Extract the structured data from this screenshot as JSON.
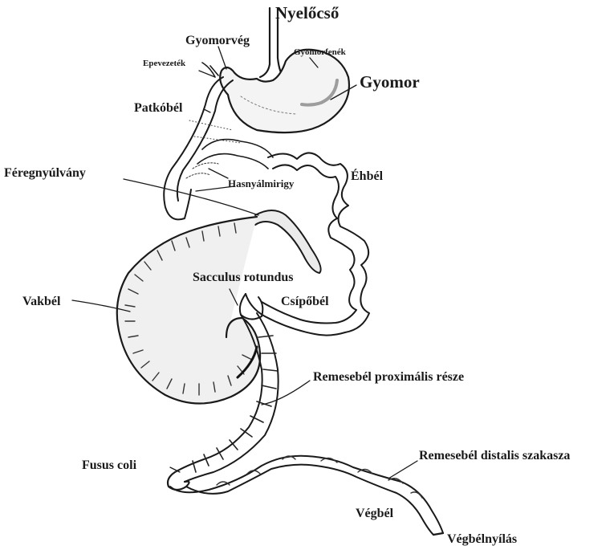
{
  "labels": {
    "nyelocso": "Nyelőcső",
    "gyomorveg": "Gyomorvég",
    "gyomorfenek": "Gyomorfenék",
    "epevezetek": "Epevezeték",
    "gyomor": "Gyomor",
    "patkobel": "Patkóbél",
    "feregnyulvany": "Féregnyúlvány",
    "hasnyalmirigy": "Hasnyálmirigy",
    "ehbel": "Éhbél",
    "sacculus": "Sacculus rotundus",
    "vakbel": "Vakbél",
    "csipobel": "Csípőbél",
    "remesebel_prox": "Remesebél proximális része",
    "fusus": "Fusus coli",
    "remesebel_dist": "Remesebél distalis szakasza",
    "vegbel": "Végbél",
    "vegbelnyilas": "Végbélnyílás"
  },
  "colors": {
    "ink": "#1a1a1a",
    "fill": "#f4f4f4",
    "shade": "#d8d8d8"
  }
}
